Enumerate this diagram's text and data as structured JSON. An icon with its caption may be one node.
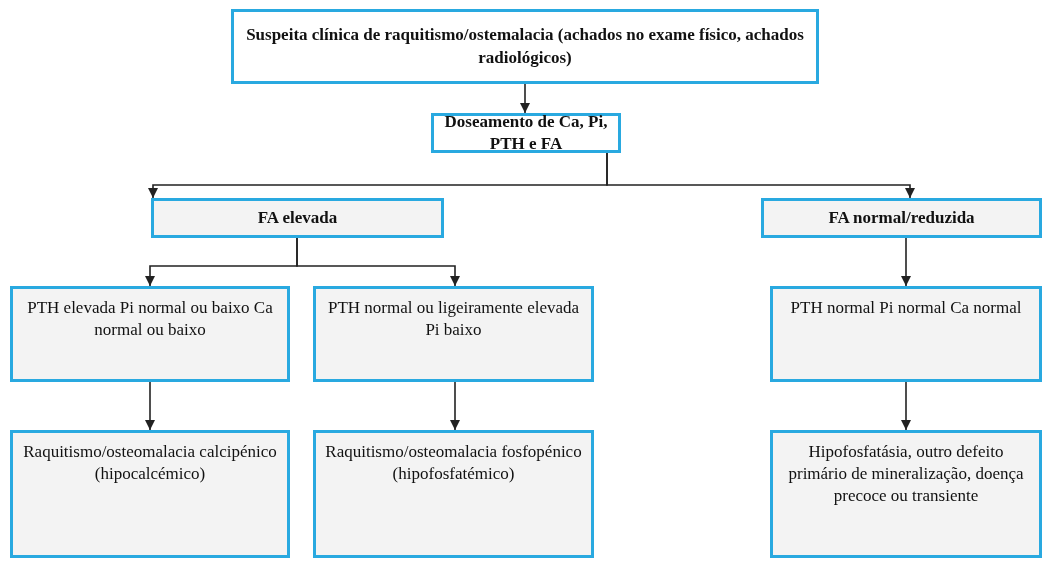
{
  "diagram": {
    "nodes": [
      {
        "text": [
          "Suspeita clínica de raquitismo/ostemalacia (achados no exame físico, achados radiológicos)"
        ]
      },
      {
        "text": [
          "Doseamento de Ca, Pi, PTH e FA"
        ]
      },
      {
        "text": [
          "FA elevada"
        ]
      },
      {
        "text": [
          "FA normal/reduzida"
        ]
      },
      {
        "text": [
          "PTH elevada Pi normal ou baixo Ca normal ou baixo"
        ]
      },
      {
        "text": [
          "PTH normal ou ligeiramente elevada Pi baixo"
        ]
      },
      {
        "text": [
          "PTH normal Pi normal Ca normal"
        ]
      },
      {
        "text": [
          "Raquitismo/osteomalacia calcipénico (hipocalcémico)"
        ]
      },
      {
        "text": [
          "Raquitismo/osteomalacia fosfopénico (hipofosfatémico)"
        ]
      },
      {
        "text": [
          "Hipofosfatásia, outro defeito primário de mineralização, doença precoce ou transiente"
        ]
      }
    ],
    "edges": [
      {
        "from": 0,
        "to": 1,
        "arrow": "to"
      },
      {
        "from": 1,
        "to": 2,
        "arrow": "to"
      },
      {
        "from": 1,
        "to": 3,
        "arrow": "to"
      },
      {
        "from": 2,
        "to": 4,
        "arrow": "to"
      },
      {
        "from": 2,
        "to": 5,
        "arrow": "to"
      },
      {
        "from": 3,
        "to": 6,
        "arrow": "to"
      },
      {
        "from": 4,
        "to": 7,
        "arrow": "to"
      },
      {
        "from": 5,
        "to": 8,
        "arrow": "to"
      },
      {
        "from": 6,
        "to": 9,
        "arrow": "to"
      }
    ]
  }
}
